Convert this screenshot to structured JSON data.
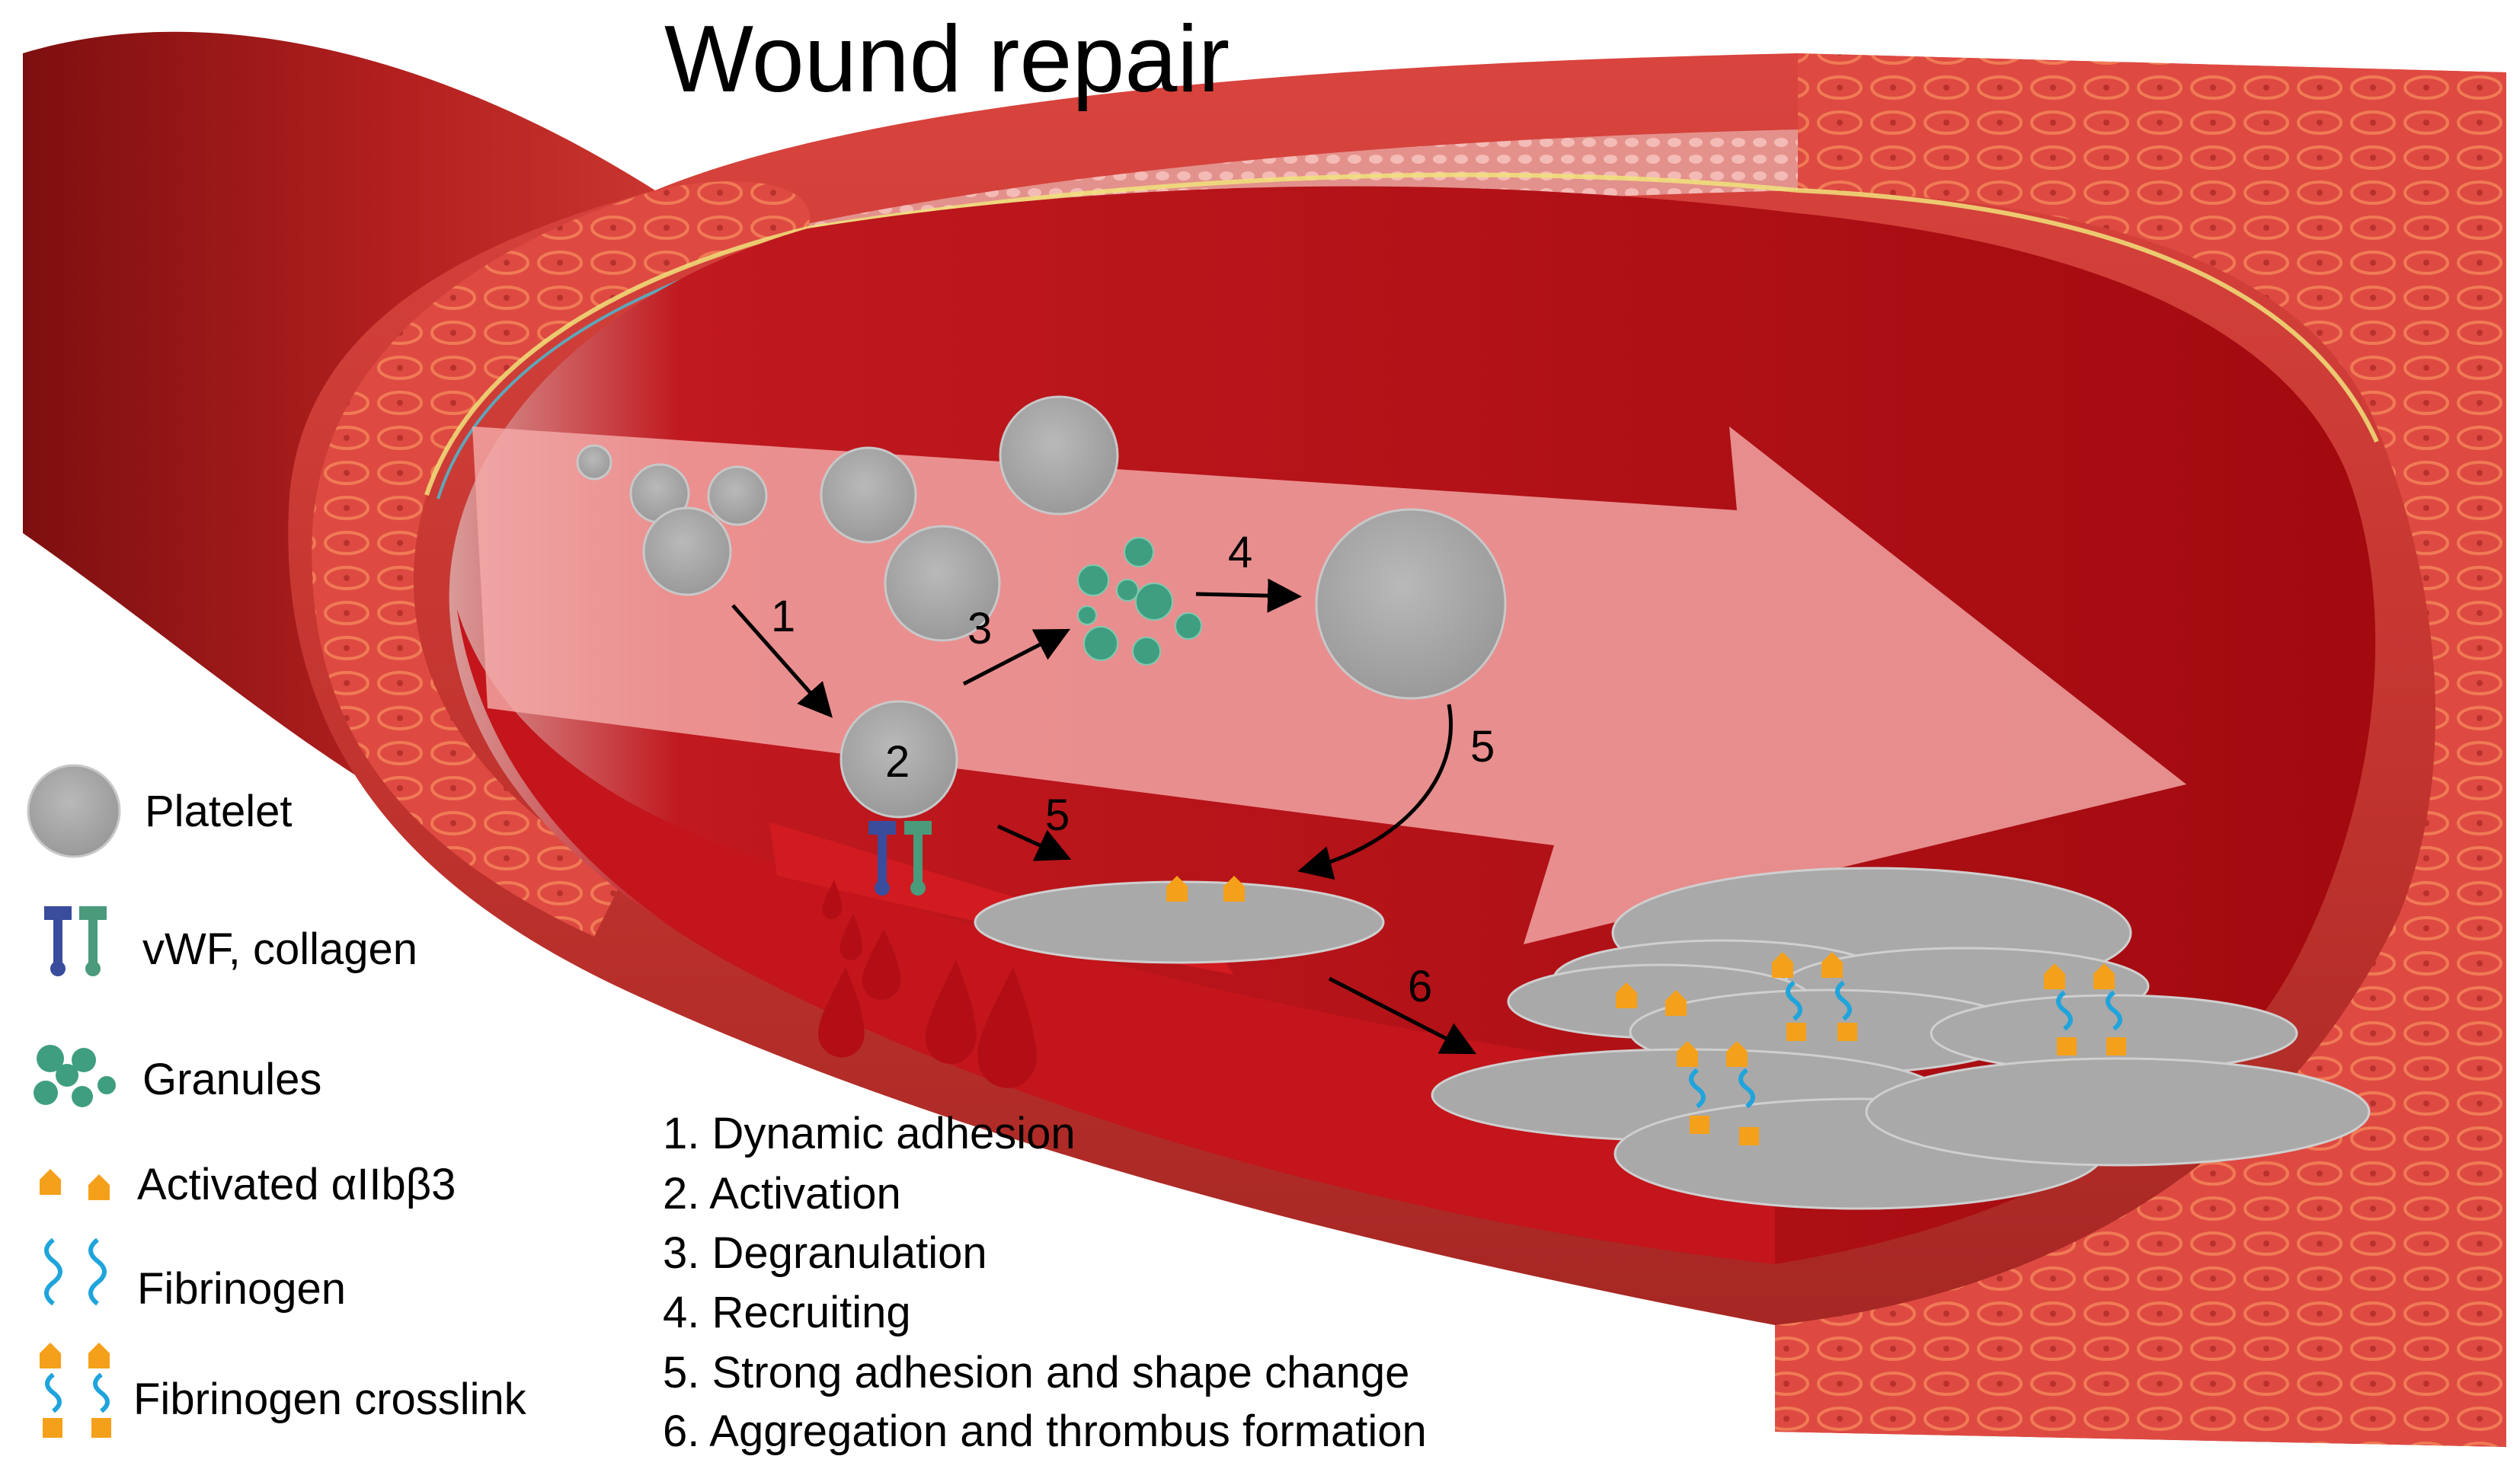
{
  "title": "Wound repair",
  "legend": [
    {
      "id": "platelet",
      "label": "Platelet"
    },
    {
      "id": "vwf",
      "label": "vWF, collagen"
    },
    {
      "id": "granules",
      "label": "Granules"
    },
    {
      "id": "integrin",
      "label": "Activated αIIbβ3"
    },
    {
      "id": "fibrinogen",
      "label": "Fibrinogen"
    },
    {
      "id": "crosslink",
      "label": "Fibrinogen crosslink"
    }
  ],
  "steps": [
    "1. Dynamic adhesion",
    "2. Activation",
    "3. Degranulation",
    "4. Recruiting",
    "5. Strong adhesion and shape change",
    "6. Aggregation and thrombus formation"
  ],
  "markers": {
    "m1": "1",
    "m2": "2",
    "m3": "3",
    "m4": "4",
    "m5a": "5",
    "m5b": "5",
    "m6": "6"
  },
  "colors": {
    "vessel_outer": "#c2342f",
    "vessel_dark": "#7e0f10",
    "lumen": "#b80c12",
    "tissue": "#e9544e",
    "platelet": "#a9a9a9",
    "granule": "#3f9e80",
    "integrin": "#f5a01a",
    "fibrinogen": "#1fa4dc",
    "vwf": "#3a4c9c",
    "collagen": "#4a9a7c",
    "flow_arrow": "#f4aaa8"
  }
}
